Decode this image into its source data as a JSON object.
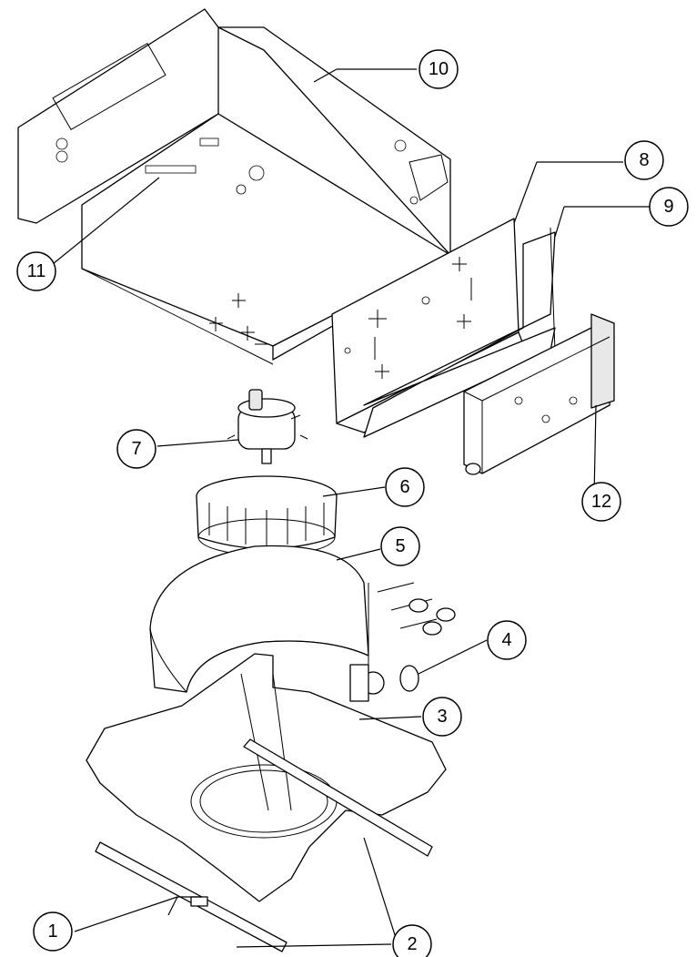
{
  "diagram": {
    "background": "#ffffff",
    "line_color": "#000000",
    "callouts": [
      {
        "id": "1",
        "label": "1"
      },
      {
        "id": "2",
        "label": "2"
      },
      {
        "id": "3",
        "label": "3"
      },
      {
        "id": "4",
        "label": "4"
      },
      {
        "id": "5",
        "label": "5"
      },
      {
        "id": "6",
        "label": "6"
      },
      {
        "id": "7",
        "label": "7"
      },
      {
        "id": "8",
        "label": "8"
      },
      {
        "id": "9",
        "label": "9"
      },
      {
        "id": "10",
        "label": "10"
      },
      {
        "id": "11",
        "label": "11"
      },
      {
        "id": "12",
        "label": "12"
      }
    ]
  }
}
